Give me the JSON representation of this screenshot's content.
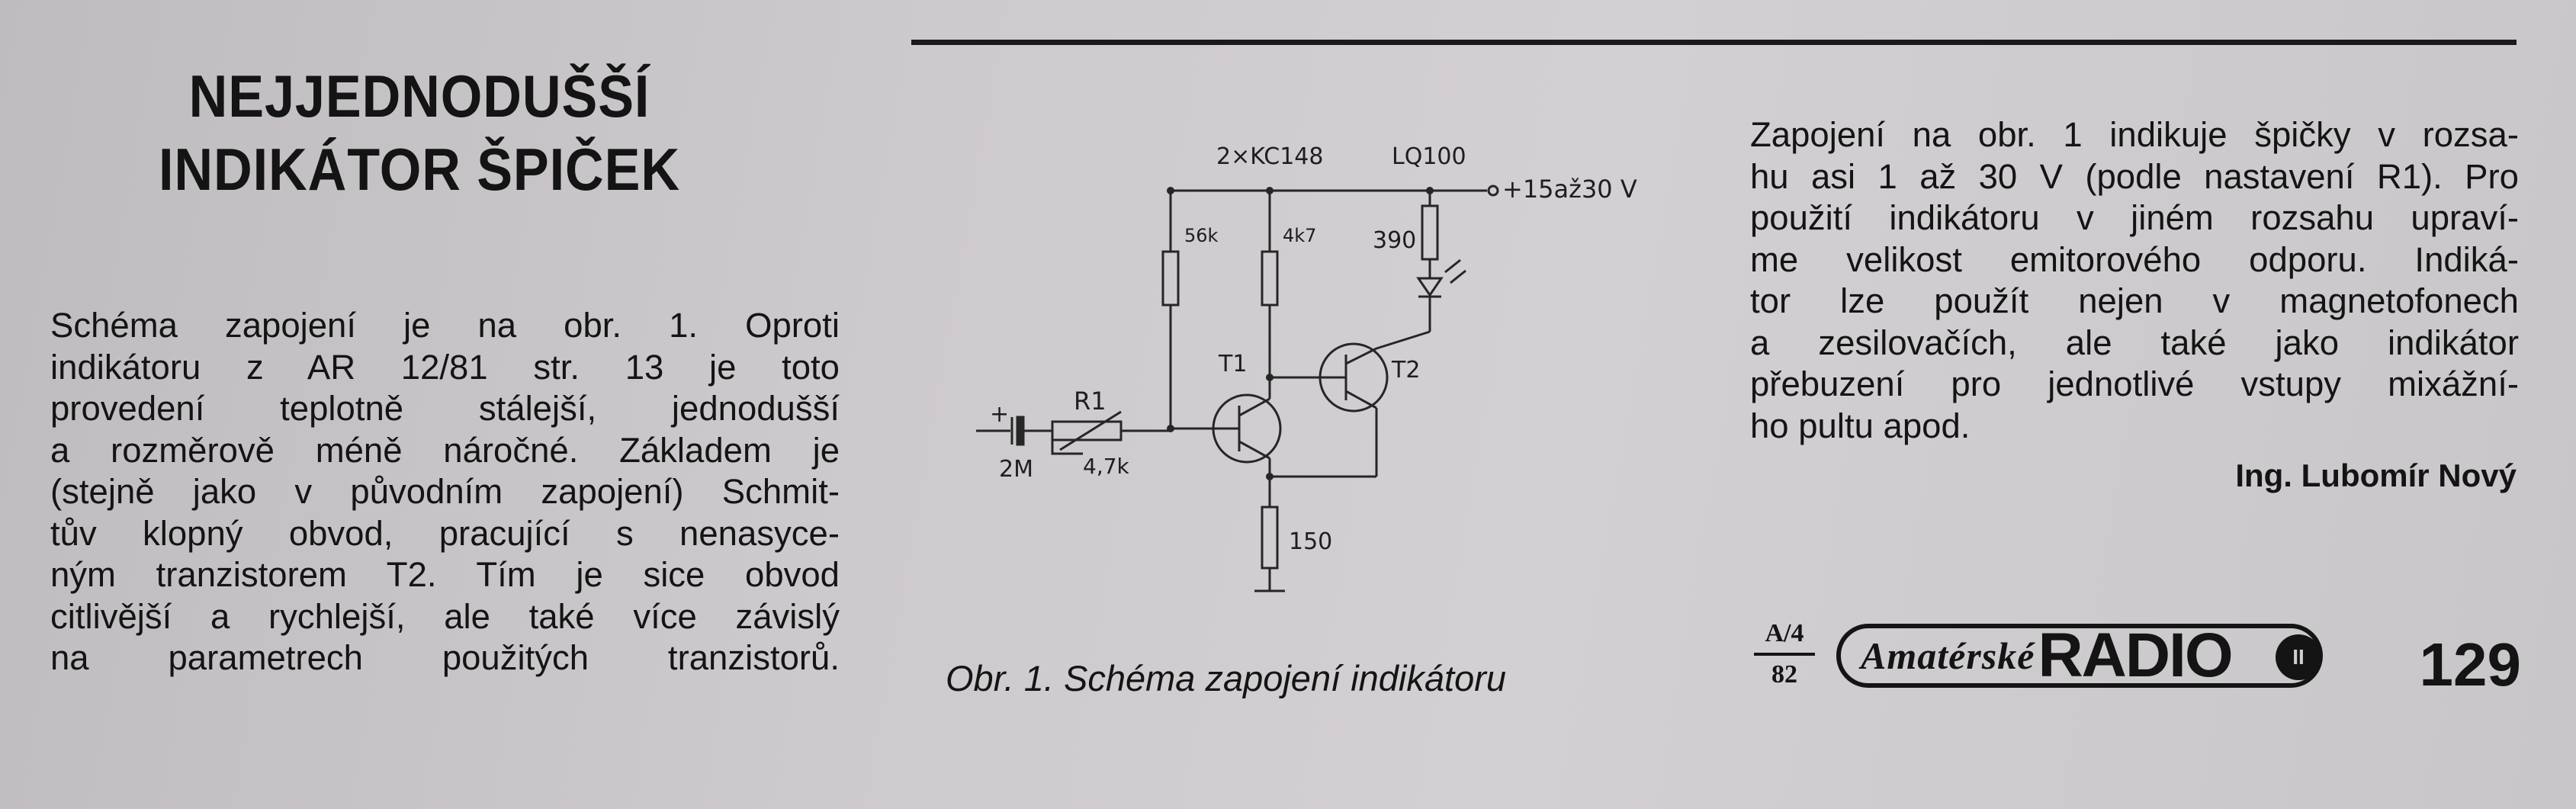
{
  "article": {
    "title_lines": [
      "NEJJEDNODUŠŠÍ",
      "INDIKÁTOR ŠPIČEK"
    ],
    "left_lines": [
      "Schéma zapojení je na obr. 1. Oproti",
      "indikátoru z AR 12/81 str. 13 je toto",
      "provedení teplotně stálejší, jednodušší",
      "a rozměrově méně náročné. Základem je",
      "(stejně jako v původním zapojení) Schmit-",
      "tův klopný obvod, pracující s nenasyce-",
      "ným tranzistorem T2. Tím je sice obvod",
      "citlivější a rychlejší, ale také více závislý",
      "na parametrech použitých tranzistorů."
    ],
    "right_lines": [
      "Zapojení na obr. 1 indikuje špičky v rozsa-",
      "hu asi 1 až 30 V (podle nastavení R1). Pro",
      "použití indikátoru v jiném rozsahu upraví-",
      "me velikost emitorového odporu. Indiká-",
      "tor lze použít nejen v magnetofonech",
      "a zesilovačích, ale také jako indikátor",
      "přebuzení pro jednotlivé vstupy mixážní-",
      "ho pultu apod."
    ],
    "author": "Ing. Lubomír Nový",
    "caption": "Obr. 1. Schéma zapojení indikátoru"
  },
  "schematic": {
    "transistors_label": "2×KC148",
    "led_label": "LQ100",
    "supply_label": "+15až30 V",
    "r_56k": "56k",
    "r_4k7": "4k7",
    "r_390": "390",
    "t1": "T1",
    "t2": "T2",
    "r1_name": "R1",
    "r1_value": "4,7k",
    "cap_value": "2M",
    "input_plus": "+",
    "r_150": "150"
  },
  "footer": {
    "issue_top": "A/4",
    "issue_bottom": "82",
    "logo_script": "Amatérské",
    "logo_radio": "RADIO",
    "logo_circle": "II",
    "page_number": "129"
  }
}
